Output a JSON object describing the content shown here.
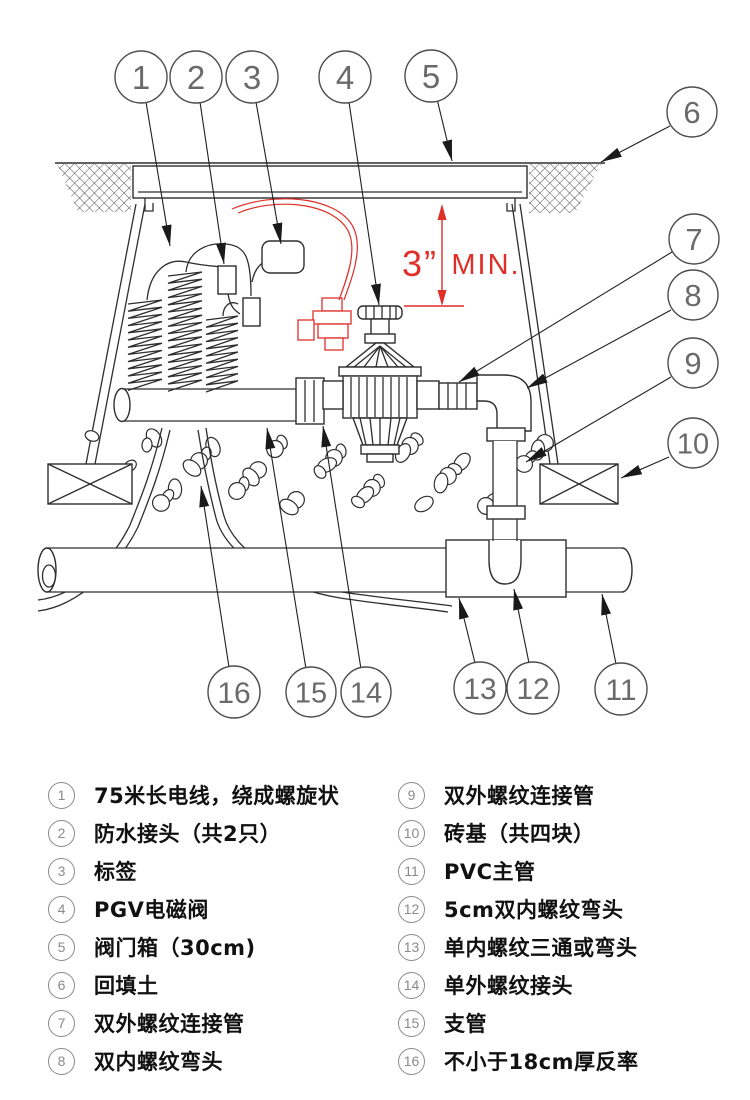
{
  "diagram": {
    "dimension_note": {
      "value": "3”",
      "suffix": "MIN."
    },
    "colors": {
      "annotation_red": "#df2f28",
      "line_black": "#2e2e2e"
    }
  },
  "callouts": [
    {
      "num": "1",
      "label": "75米长电线，绕成螺旋状"
    },
    {
      "num": "2",
      "label": "防水接头（共2只）"
    },
    {
      "num": "3",
      "label": "标签"
    },
    {
      "num": "4",
      "label": "PGV电磁阀"
    },
    {
      "num": "5",
      "label": "阀门箱（30cm)"
    },
    {
      "num": "6",
      "label": "回填土"
    },
    {
      "num": "7",
      "label": "双外螺纹连接管"
    },
    {
      "num": "8",
      "label": "双内螺纹弯头"
    },
    {
      "num": "9",
      "label": "双外螺纹连接管"
    },
    {
      "num": "10",
      "label": "砖基（共四块）"
    },
    {
      "num": "11",
      "label": "PVC主管"
    },
    {
      "num": "12",
      "label": "5cm双内螺纹弯头"
    },
    {
      "num": "13",
      "label": "单内螺纹三通或弯头"
    },
    {
      "num": "14",
      "label": "单外螺纹接头"
    },
    {
      "num": "15",
      "label": "支管"
    },
    {
      "num": "16",
      "label": "不小于18cm厚反率"
    }
  ]
}
